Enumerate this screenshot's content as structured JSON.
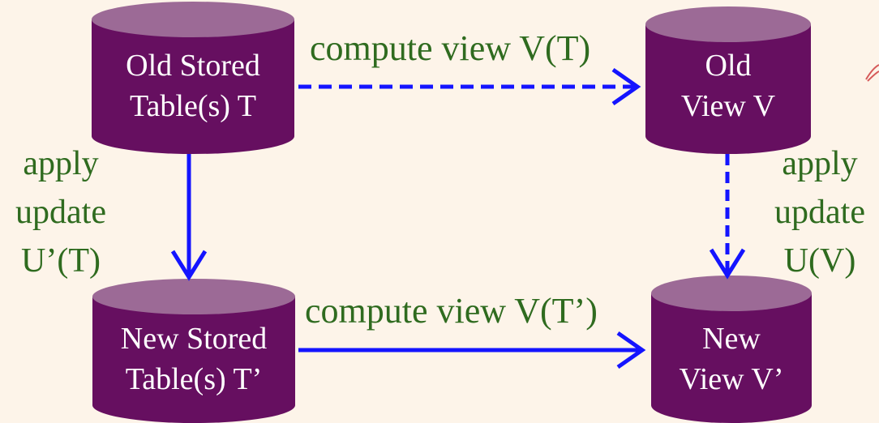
{
  "colors": {
    "background": "#fdf4e9",
    "cylinder_body": "#660f60",
    "cylinder_top": "#9c6a96",
    "arrow": "#1414ff",
    "label": "#2f6b1f",
    "cylinder_text": "#ffffff"
  },
  "nodes": {
    "old_table": {
      "line1": "Old Stored",
      "line2": "Table(s) T"
    },
    "old_view": {
      "line1": "Old",
      "line2": "View V"
    },
    "new_table": {
      "line1": "New Stored",
      "line2": "Table(s) T’"
    },
    "new_view": {
      "line1": "New",
      "line2": "View V’"
    }
  },
  "edges": {
    "compute_old": {
      "label": "compute view V(T)",
      "style": "dashed"
    },
    "compute_new": {
      "label": "compute view V(T’)",
      "style": "solid"
    },
    "update_table": {
      "line1": "apply",
      "line2": "update",
      "line3": "U’(T)",
      "style": "solid"
    },
    "update_view": {
      "line1": "apply",
      "line2": "update",
      "line3": "U(V)",
      "style": "dashed"
    }
  }
}
